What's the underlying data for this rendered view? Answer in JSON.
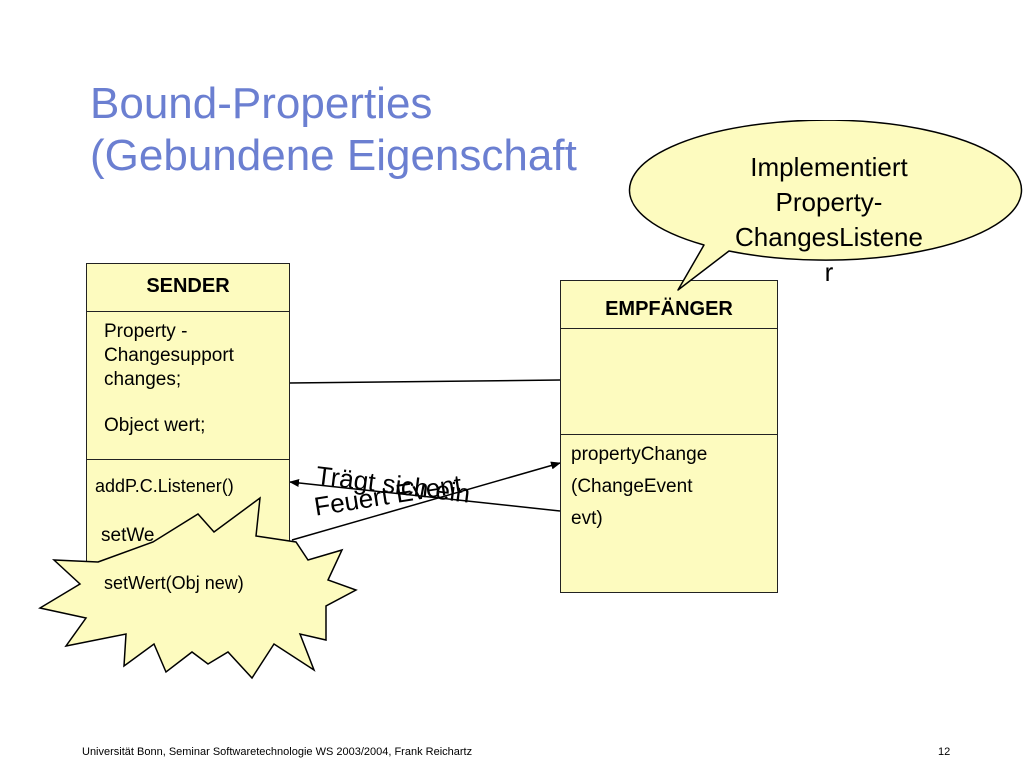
{
  "title": {
    "line1": "Bound-Properties",
    "line2": "(Gebundene Eigenschaft"
  },
  "sender": {
    "header": "SENDER",
    "attr1": "Property -",
    "attr2": "Changesupport",
    "attr3": "changes;",
    "attr4": "Object wert;",
    "method1": "addP.C.Listener()",
    "method2_partial": "setWe"
  },
  "empfaenger": {
    "header": "EMPFÄNGER",
    "method1": "propertyChange",
    "method2": "(ChangeEvent",
    "method3": "evt)"
  },
  "callout": {
    "line1": "Implementiert",
    "line2": "Property-",
    "line3": "ChangesListene",
    "line4": "r"
  },
  "labels": {
    "label1": "Trägt sich ein",
    "label2": "Feuert Event"
  },
  "star": {
    "text": "setWert(Obj new)"
  },
  "footer": {
    "text": "Universität Bonn, Seminar Softwaretechnologie WS 2003/2004, Frank Reichartz",
    "page": "12"
  }
}
